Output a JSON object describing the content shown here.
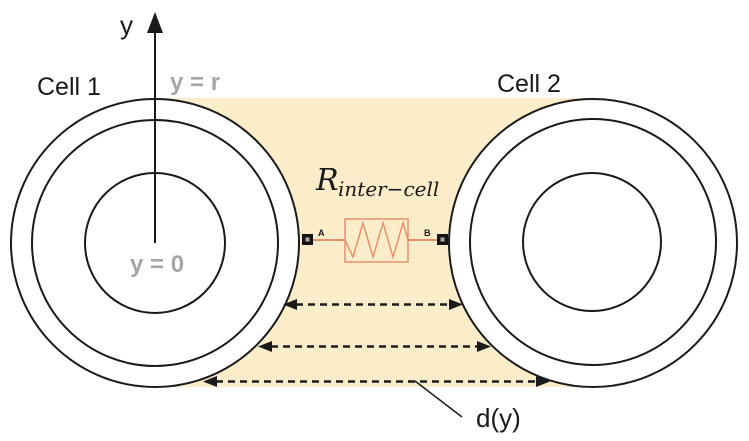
{
  "figure": {
    "cell1_label": "Cell 1",
    "cell2_label": "Cell 2",
    "axis": {
      "label": "y",
      "y_r_label": "y = r",
      "y_0_label": "y = 0"
    },
    "resistor": {
      "symbol_main": "R",
      "symbol_sub": "inter−cell",
      "terminal_a": "A",
      "terminal_b": "B"
    },
    "distance_label": "d(y)"
  },
  "colors": {
    "shade": "#FBEDC9",
    "resistor": "#E8906E",
    "gray_label": "#A6A6A6",
    "line": "#1A1A1A"
  }
}
